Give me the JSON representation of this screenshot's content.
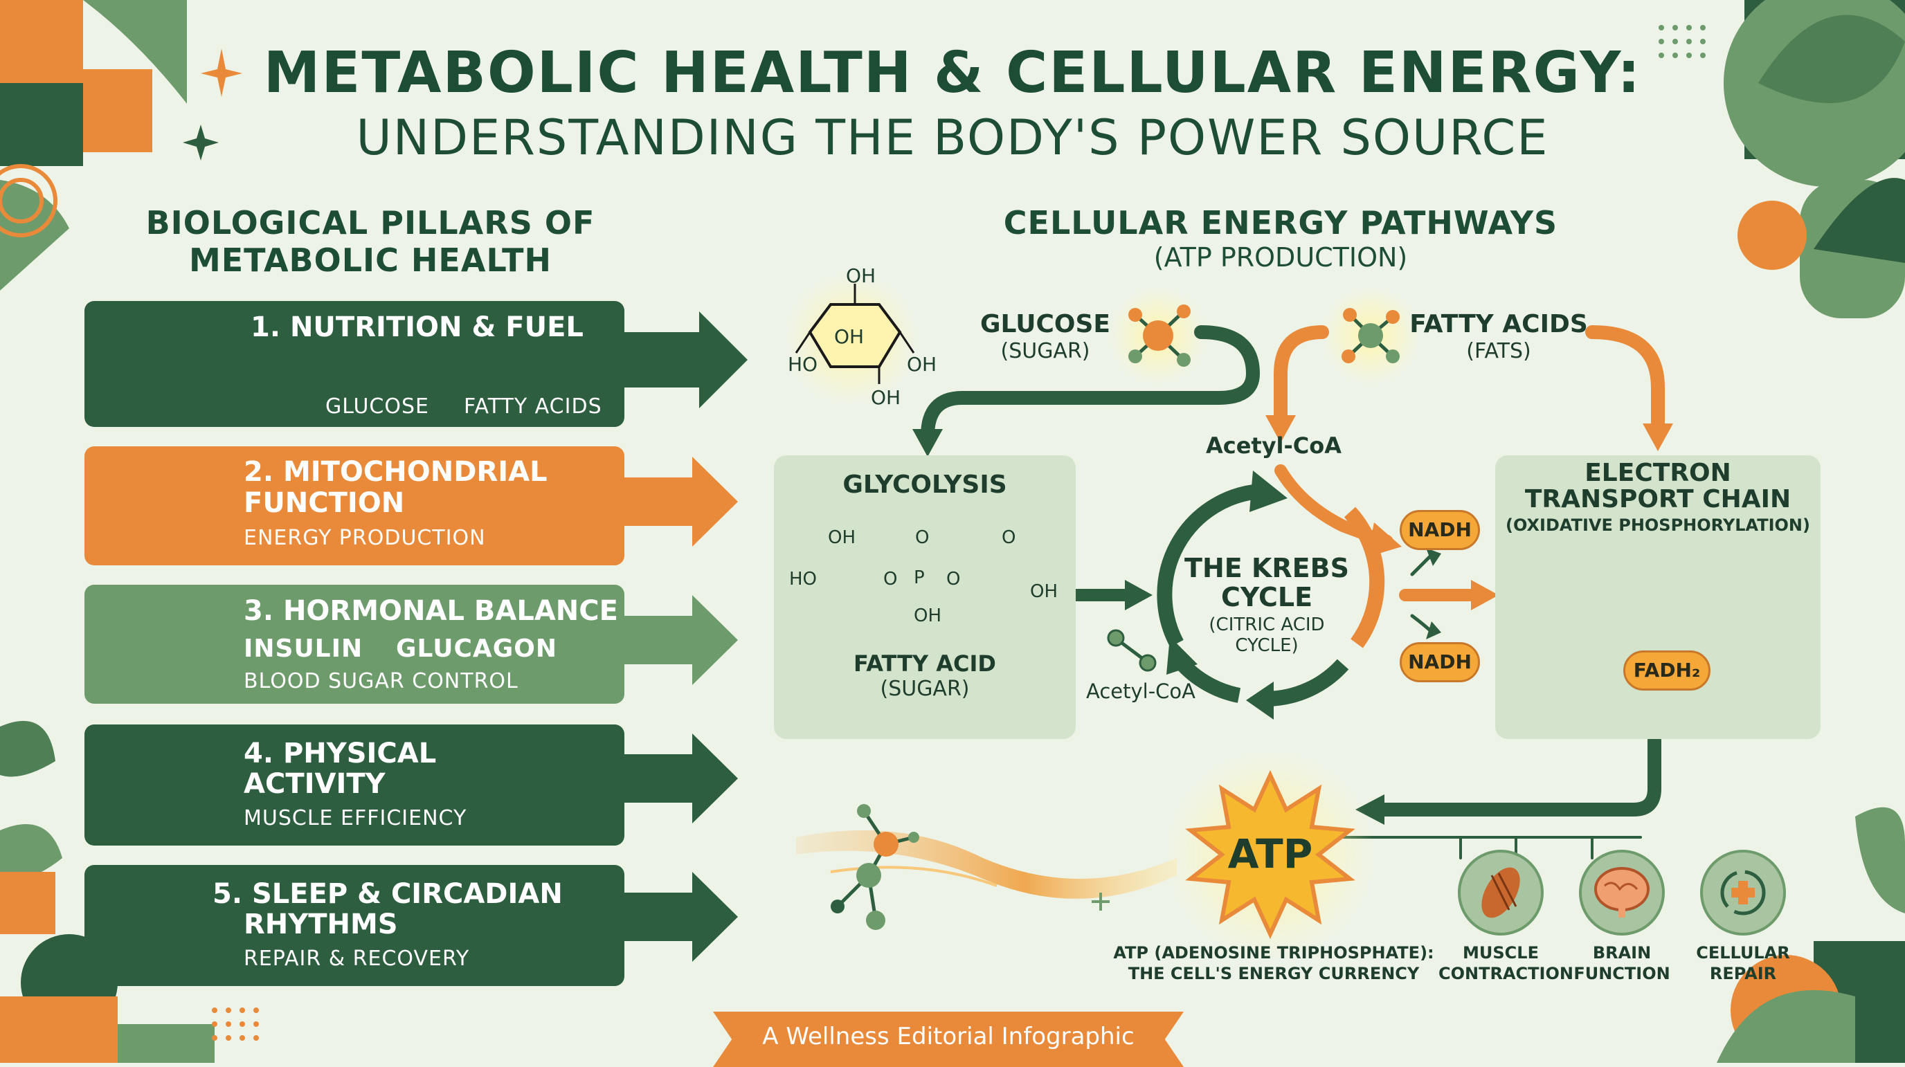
{
  "title": {
    "main": "METABOLIC HEALTH & CELLULAR ENERGY:",
    "sub": "UNDERSTANDING THE BODY'S POWER SOURCE"
  },
  "left_section": {
    "heading_line1": "BIOLOGICAL PILLARS OF",
    "heading_line2": "METABOLIC HEALTH",
    "pillars": [
      {
        "title": "1. NUTRITION & FUEL",
        "labels": [
          "GLUCOSE",
          "FATTY ACIDS"
        ]
      },
      {
        "title_line1": "2. MITOCHONDRIAL",
        "title_line2": "FUNCTION",
        "sub": "ENERGY PRODUCTION"
      },
      {
        "title": "3. HORMONAL BALANCE",
        "labels": [
          "INSULIN",
          "GLUCAGON"
        ],
        "sub": "BLOOD SUGAR CONTROL"
      },
      {
        "title_line1": "4. PHYSICAL",
        "title_line2": "ACTIVITY",
        "sub": "MUSCLE EFFICIENCY"
      },
      {
        "title_line1": "5. SLEEP & CIRCADIAN",
        "title_line2": "RHYTHMS",
        "sub": "REPAIR & RECOVERY"
      }
    ]
  },
  "right_section": {
    "heading": "CELLULAR ENERGY PATHWAYS",
    "subheading": "(ATP PRODUCTION)",
    "glucose_label": "GLUCOSE",
    "glucose_sub": "(SUGAR)",
    "fatty_label": "FATTY ACIDS",
    "fatty_sub": "(FATS)",
    "glucose_ring_atoms": [
      "OH",
      "OH",
      "HO",
      "OH",
      "OH"
    ],
    "acetyl_top": "Acetyl-CoA",
    "acetyl_bottom": "Acetyl-CoA",
    "glycolysis": {
      "title": "GLYCOLYSIS",
      "molecule_labels": [
        "OH",
        "O",
        "O",
        "HO",
        "O",
        "P",
        "O",
        "OH",
        "OH"
      ],
      "footer_line1": "FATTY ACID",
      "footer_line2": "(SUGAR)"
    },
    "krebs": {
      "line1": "THE KREBS",
      "line2": "CYCLE",
      "sub_line1": "(CITRIC ACID",
      "sub_line2": "CYCLE)"
    },
    "nadh": [
      "NADH",
      "NADH"
    ],
    "etc": {
      "line1": "ELECTRON",
      "line2": "TRANSPORT CHAIN",
      "sub": "(OXIDATIVE PHOSPHORYLATION)",
      "fadh": "FADH₂"
    },
    "atp": {
      "label": "ATP",
      "desc_line1": "ATP (ADENOSINE TRIPHOSPHATE):",
      "desc_line2": "THE CELL'S ENERGY CURRENCY"
    },
    "uses": [
      {
        "line1": "MUSCLE",
        "line2": "CONTRACTION",
        "icon": "muscle-icon"
      },
      {
        "line1": "BRAIN",
        "line2": "FUNCTION",
        "icon": "brain-icon"
      },
      {
        "line1": "CELLULAR",
        "line2": "REPAIR",
        "icon": "repair-icon"
      }
    ]
  },
  "footer": "A Wellness Editorial Infographic",
  "colors": {
    "dark_green": "#2e5e40",
    "orange": "#e88a3a",
    "sage": "#6e9b6c",
    "background": "#eef3e8",
    "panel": "#d4e4cc"
  }
}
